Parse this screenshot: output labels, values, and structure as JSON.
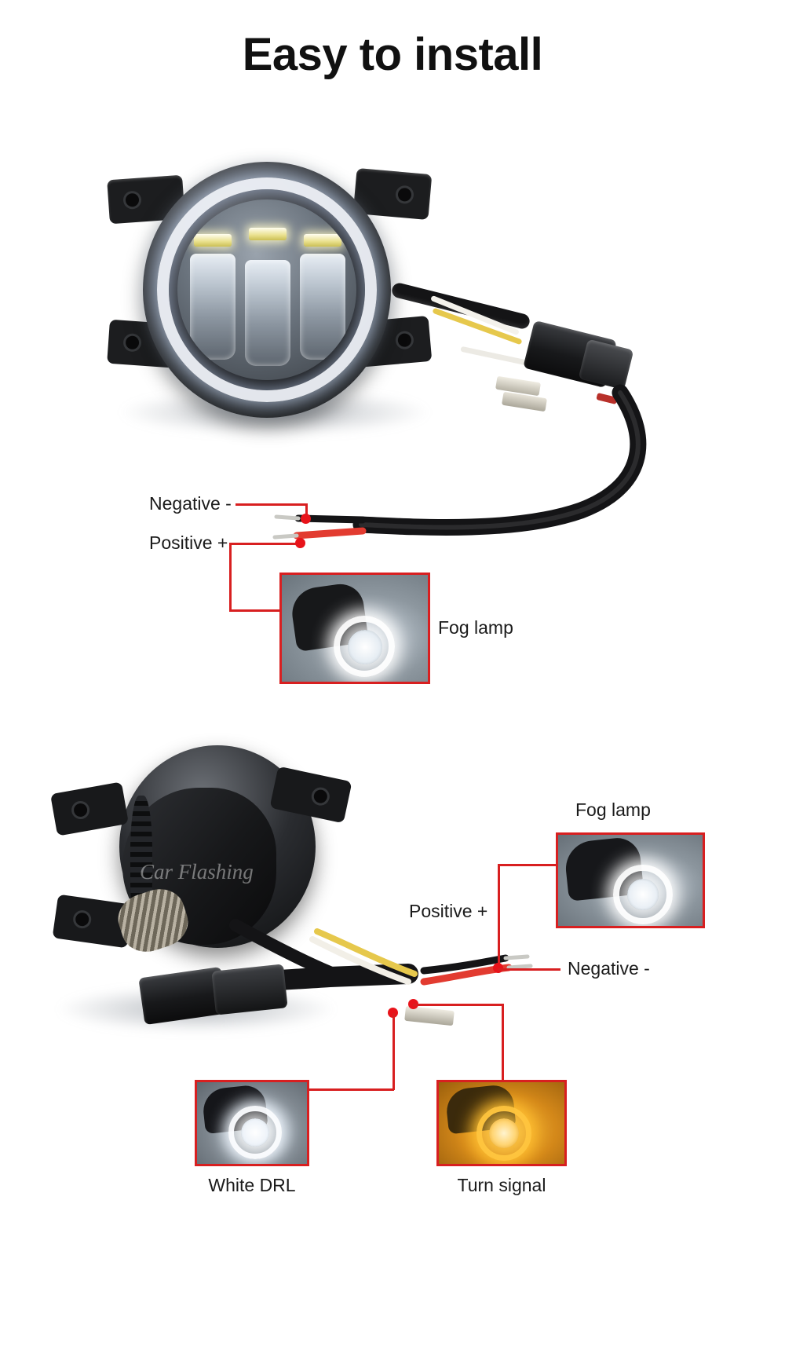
{
  "page": {
    "title": "Easy to install",
    "background": "#ffffff",
    "accent_color": "#d81f20",
    "text_color": "#1b1b1b"
  },
  "section1": {
    "name": "front-view-installation-diagram",
    "callouts": [
      {
        "label": "Negative -",
        "wire_color": "#141416"
      },
      {
        "label": "Positive +",
        "wire_color": "#e23b30"
      }
    ],
    "thumbnail": {
      "caption": "Fog lamp",
      "border_color": "#d81f20",
      "beam_color": "#ffffff"
    }
  },
  "section2": {
    "name": "rear-view-installation-diagram",
    "watermark": "Car Flashing",
    "callouts": [
      {
        "label": "Positive +",
        "wire_color": "#e23b30"
      },
      {
        "label": "Negative -",
        "wire_color": "#141416"
      }
    ],
    "thumbnails": [
      {
        "caption": "Fog lamp",
        "position": "top-right",
        "border_color": "#d81f20",
        "beam_color": "#ffffff"
      },
      {
        "caption": "White DRL",
        "position": "bottom-left",
        "border_color": "#d81f20",
        "beam_color": "#f2f6ff"
      },
      {
        "caption": "Turn signal",
        "position": "bottom-right",
        "border_color": "#d81f20",
        "beam_color": "#f0a81e"
      }
    ]
  }
}
